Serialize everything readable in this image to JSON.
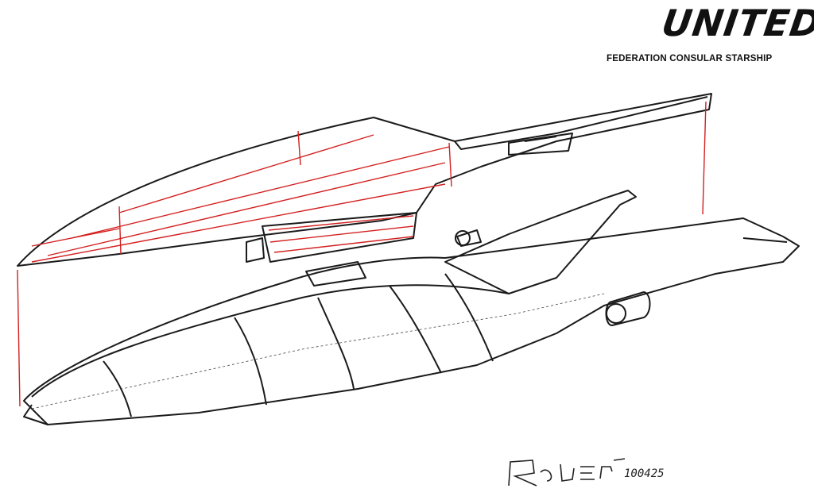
{
  "header": {
    "title": "UNITED",
    "subtitle": "FEDERATION CONSULAR STARSHIP"
  },
  "signature": {
    "date": "100425"
  },
  "colors": {
    "ink": "#1a1a1a",
    "construction_line": "#d42020",
    "background": "#ffffff"
  }
}
